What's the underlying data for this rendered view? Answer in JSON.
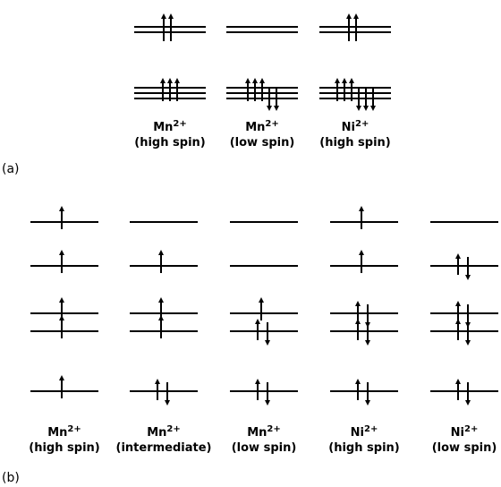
{
  "parts": {
    "a": {
      "label": "(a)",
      "columns": [
        {
          "ion": "Mn",
          "charge": "2+",
          "spin": "(high spin)",
          "eg_up": 2,
          "eg_down": 0,
          "t2g_up": 3,
          "t2g_down": 0
        },
        {
          "ion": "Mn",
          "charge": "2+",
          "spin": "(low spin)",
          "eg_up": 0,
          "eg_down": 0,
          "t2g_up": 3,
          "t2g_down": 2
        },
        {
          "ion": "Ni",
          "charge": "2+",
          "spin": "(high spin)",
          "eg_up": 2,
          "eg_down": 0,
          "t2g_up": 3,
          "t2g_down": 3
        }
      ]
    },
    "b": {
      "label": "(b)",
      "columns": [
        {
          "ion": "Mn",
          "charge": "2+",
          "spin": "(high spin)",
          "levels": [
            "u",
            "u",
            "u",
            "u",
            "u"
          ]
        },
        {
          "ion": "Mn",
          "charge": "2+",
          "spin": "(intermediate)",
          "levels": [
            "",
            "u",
            "u",
            "u",
            "ud"
          ]
        },
        {
          "ion": "Mn",
          "charge": "2+",
          "spin": "(low spin)",
          "levels": [
            "",
            "",
            "u",
            "ud",
            "ud"
          ]
        },
        {
          "ion": "Ni",
          "charge": "2+",
          "spin": "(high spin)",
          "levels": [
            "u",
            "u",
            "ud",
            "ud",
            "ud"
          ]
        },
        {
          "ion": "Ni",
          "charge": "2+",
          "spin": "(low spin)",
          "levels": [
            "",
            "ud",
            "ud",
            "ud",
            "ud"
          ]
        }
      ]
    }
  }
}
